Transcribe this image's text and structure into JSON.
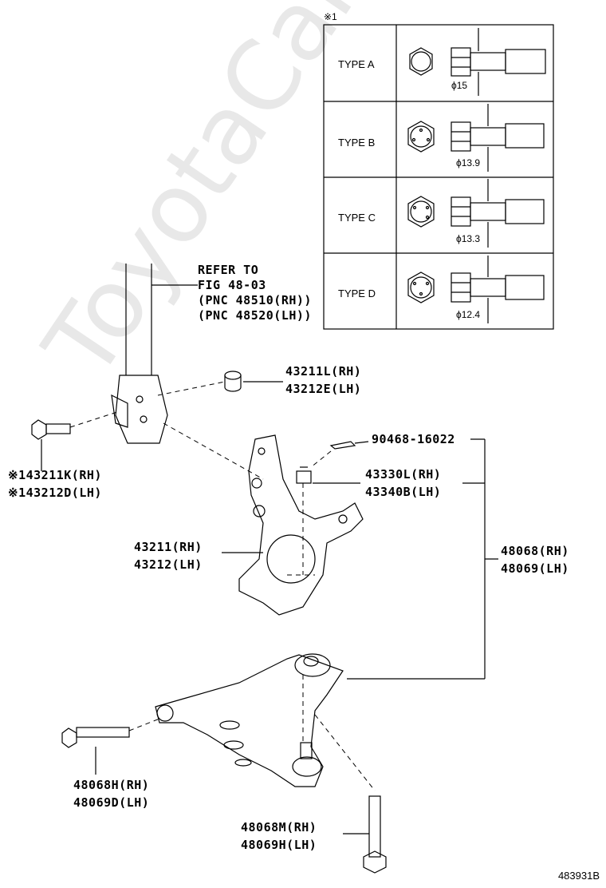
{
  "watermark": "ToyotaCarMine.ru",
  "type_table": {
    "note_mark": "※1",
    "rows": [
      {
        "type": "TYPE A",
        "dia": "ϕ15"
      },
      {
        "type": "TYPE B",
        "dia": "ϕ13.9"
      },
      {
        "type": "TYPE C",
        "dia": "ϕ13.3"
      },
      {
        "type": "TYPE D",
        "dia": "ϕ12.4"
      }
    ]
  },
  "labels": {
    "refer": [
      "REFER TO",
      "FIG 48-03",
      "(PNC 48510(RH))",
      "(PNC 48520(LH))"
    ],
    "nut_top": [
      "43211L(RH)",
      "43212E(LH)"
    ],
    "bolt_left": [
      "※143211K(RH)",
      "※143212D(LH)"
    ],
    "cotter": "90468-16022",
    "castle_nut": [
      "43330L(RH)",
      "43340B(LH)"
    ],
    "knuckle": [
      "43211(RH)",
      "43212(LH)"
    ],
    "arm": [
      "48068(RH)",
      "48069(LH)"
    ],
    "arm_bolt": [
      "48068H(RH)",
      "48069D(LH)"
    ],
    "bottom_bolt": [
      "48068M(RH)",
      "48069H(LH)"
    ]
  },
  "figure_id": "483931B"
}
